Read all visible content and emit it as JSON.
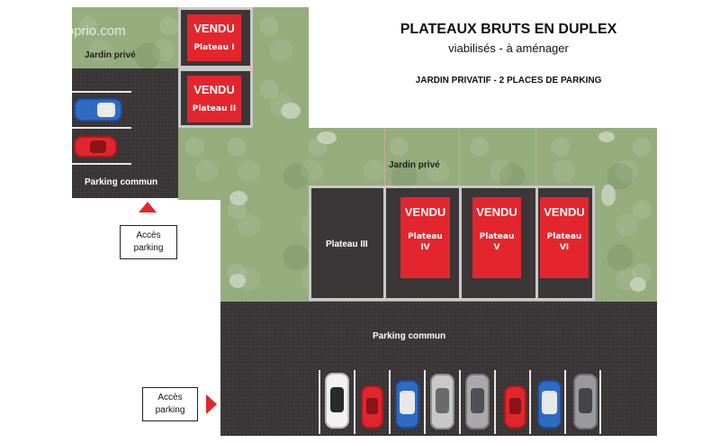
{
  "header": {
    "title": "PLATEAUX BRUTS  EN DUPLEX",
    "subtitle": "viabilisés -  à aménager",
    "features": "JARDIN PRIVATIF  -  2 PLACES DE PARKING"
  },
  "watermark": "© EtreProprio.com",
  "zones": {
    "jardin_prive_left": "Jardin privé",
    "jardin_prive_center": "Jardin privé",
    "parking_commun_left": "Parking commun",
    "parking_commun_bottom": "Parking commun"
  },
  "lots": [
    {
      "status": "VENDU",
      "name": "Plateau I"
    },
    {
      "status": "VENDU",
      "name": "Plateau II"
    },
    {
      "status": "",
      "name": "Plateau III"
    },
    {
      "status": "VENDU",
      "name_line1": "Plateau",
      "name_line2": "IV"
    },
    {
      "status": "VENDU",
      "name_line1": "Plateau",
      "name_line2": "V"
    },
    {
      "status": "VENDU",
      "name_line1": "Plateau",
      "name_line2": "VI"
    }
  ],
  "access": {
    "left": {
      "line1": "Accès",
      "line2": "parking"
    },
    "bottom": {
      "line1": "Accès",
      "line2": "parking"
    }
  },
  "colors": {
    "sold_red": "#e3262d",
    "grass": "#95ad7d",
    "asphalt": "#3a3536"
  }
}
